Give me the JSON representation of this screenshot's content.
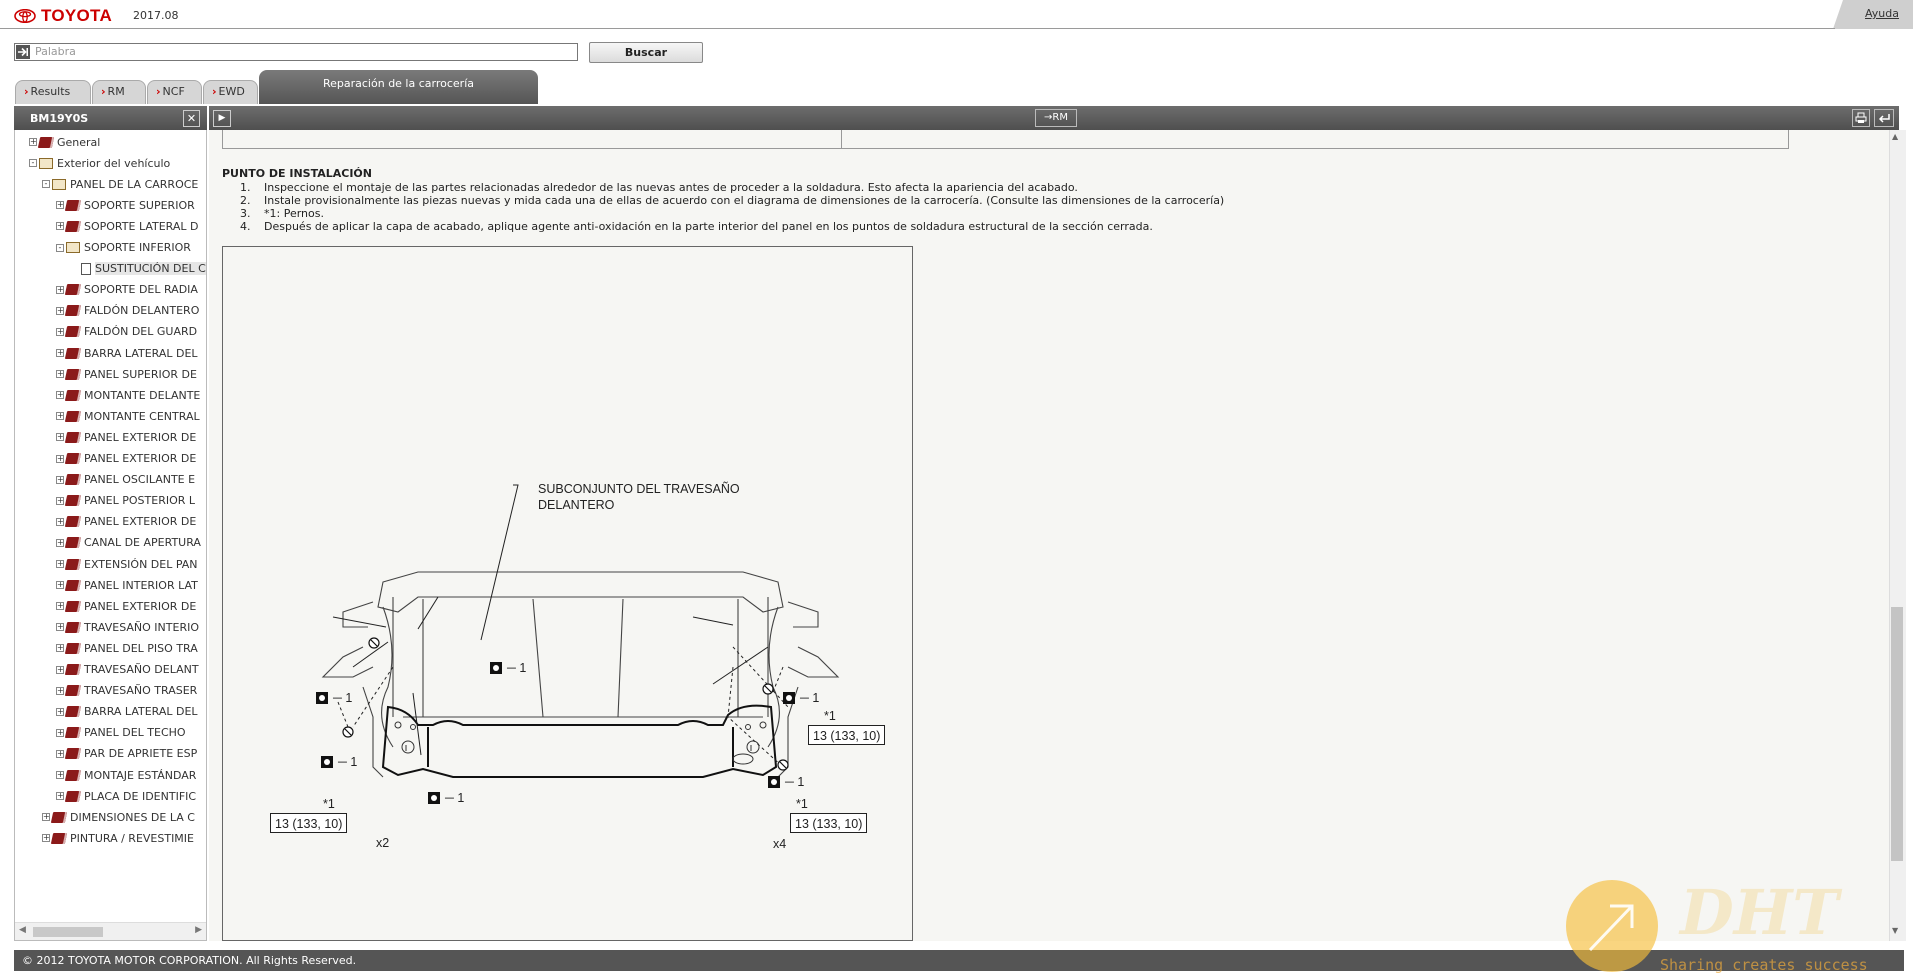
{
  "header": {
    "brand": "TOYOTA",
    "version": "2017.08",
    "help_link": "Ayuda"
  },
  "search": {
    "placeholder": "Palabra",
    "button_label": "Buscar"
  },
  "tabs": [
    {
      "label": "Results"
    },
    {
      "label": "RM"
    },
    {
      "label": "NCF"
    },
    {
      "label": "EWD"
    },
    {
      "label": "Reparación de la carrocería",
      "active": true
    }
  ],
  "tree_panel": {
    "title": "BM19Y0S",
    "close_icon": "close-icon",
    "items": [
      {
        "label": "General",
        "level": 1,
        "toggle": "+",
        "icon": "book-closed"
      },
      {
        "label": "Exterior del vehículo",
        "level": 1,
        "toggle": "-",
        "icon": "book-open"
      },
      {
        "label": "PANEL DE LA CARROCE",
        "level": 2,
        "toggle": "-",
        "icon": "book-open"
      },
      {
        "label": "SOPORTE SUPERIOR",
        "level": 3,
        "toggle": "+",
        "icon": "book-closed"
      },
      {
        "label": "SOPORTE LATERAL D",
        "level": 3,
        "toggle": "+",
        "icon": "book-closed"
      },
      {
        "label": "SOPORTE INFERIOR",
        "level": 3,
        "toggle": "-",
        "icon": "book-open"
      },
      {
        "label": "SUSTITUCIÓN DEL C",
        "level": 4,
        "toggle": "",
        "icon": "document",
        "selected": true
      },
      {
        "label": "SOPORTE DEL RADIA",
        "level": 3,
        "toggle": "+",
        "icon": "book-closed"
      },
      {
        "label": "FALDÓN DELANTERO",
        "level": 3,
        "toggle": "+",
        "icon": "book-closed"
      },
      {
        "label": "FALDÓN DEL GUARD",
        "level": 3,
        "toggle": "+",
        "icon": "book-closed"
      },
      {
        "label": "BARRA LATERAL DEL",
        "level": 3,
        "toggle": "+",
        "icon": "book-closed"
      },
      {
        "label": "PANEL SUPERIOR DE",
        "level": 3,
        "toggle": "+",
        "icon": "book-closed"
      },
      {
        "label": "MONTANTE DELANTE",
        "level": 3,
        "toggle": "+",
        "icon": "book-closed"
      },
      {
        "label": "MONTANTE CENTRAL",
        "level": 3,
        "toggle": "+",
        "icon": "book-closed"
      },
      {
        "label": "PANEL EXTERIOR DE",
        "level": 3,
        "toggle": "+",
        "icon": "book-closed"
      },
      {
        "label": "PANEL EXTERIOR DE",
        "level": 3,
        "toggle": "+",
        "icon": "book-closed"
      },
      {
        "label": "PANEL OSCILANTE E",
        "level": 3,
        "toggle": "+",
        "icon": "book-closed"
      },
      {
        "label": "PANEL POSTERIOR L",
        "level": 3,
        "toggle": "+",
        "icon": "book-closed"
      },
      {
        "label": "PANEL EXTERIOR DE",
        "level": 3,
        "toggle": "+",
        "icon": "book-closed"
      },
      {
        "label": "CANAL DE APERTURA",
        "level": 3,
        "toggle": "+",
        "icon": "book-closed"
      },
      {
        "label": "EXTENSIÓN DEL PAN",
        "level": 3,
        "toggle": "+",
        "icon": "book-closed"
      },
      {
        "label": "PANEL INTERIOR LAT",
        "level": 3,
        "toggle": "+",
        "icon": "book-closed"
      },
      {
        "label": "PANEL EXTERIOR DE",
        "level": 3,
        "toggle": "+",
        "icon": "book-closed"
      },
      {
        "label": "TRAVESAÑO INTERIO",
        "level": 3,
        "toggle": "+",
        "icon": "book-closed"
      },
      {
        "label": "PANEL DEL PISO TRA",
        "level": 3,
        "toggle": "+",
        "icon": "book-closed"
      },
      {
        "label": "TRAVESAÑO DELANT",
        "level": 3,
        "toggle": "+",
        "icon": "book-closed"
      },
      {
        "label": "TRAVESAÑO TRASER",
        "level": 3,
        "toggle": "+",
        "icon": "book-closed"
      },
      {
        "label": "BARRA LATERAL DEL",
        "level": 3,
        "toggle": "+",
        "icon": "book-closed"
      },
      {
        "label": "PANEL DEL TECHO",
        "level": 3,
        "toggle": "+",
        "icon": "book-closed"
      },
      {
        "label": "PAR DE APRIETE ESP",
        "level": 3,
        "toggle": "+",
        "icon": "book-closed"
      },
      {
        "label": "MONTAJE ESTÁNDAR",
        "level": 3,
        "toggle": "+",
        "icon": "book-closed"
      },
      {
        "label": "PLACA DE IDENTIFIC",
        "level": 3,
        "toggle": "+",
        "icon": "book-closed"
      },
      {
        "label": "DIMENSIONES DE LA C",
        "level": 2,
        "toggle": "+",
        "icon": "book-closed"
      },
      {
        "label": "PINTURA / REVESTIMIE",
        "level": 2,
        "toggle": "+",
        "icon": "book-closed"
      }
    ]
  },
  "toolbar": {
    "rm_label": "RM",
    "print_icon": "print-icon",
    "back_icon": "back-icon"
  },
  "content": {
    "section_title": "PUNTO DE INSTALACIÓN",
    "steps": [
      {
        "num": "1.",
        "text": "Inspeccione el montaje de las partes relacionadas alrededor de las nuevas antes de proceder a la soldadura. Esto afecta la apariencia del acabado."
      },
      {
        "num": "2.",
        "text": "Instale provisionalmente las piezas nuevas y mida cada una de ellas de acuerdo con el diagrama de dimensiones de la carrocería. (Consulte las dimensiones de la carrocería)"
      },
      {
        "num": "3.",
        "text": "*1: Pernos."
      },
      {
        "num": "4.",
        "text": "Después de aplicar la capa de acabado, aplique agente anti-oxidación en la parte interior del panel en los puntos de soldadura estructural de la sección cerrada."
      }
    ],
    "figure": {
      "part_label_line1": "SUBCONJUNTO DEL TRAVESAÑO",
      "part_label_line2": "DELANTERO",
      "callout_text": "─ 1",
      "torque_value": "13 (133, 10)",
      "bolt_ref": "*1",
      "qty_x2": "x2",
      "qty_x4": "x4"
    }
  },
  "footer": {
    "copyright": "© 2012 TOYOTA MOTOR CORPORATION. All Rights Reserved."
  },
  "watermark": {
    "logo_text": "DHT",
    "slogan": "Sharing creates success"
  }
}
